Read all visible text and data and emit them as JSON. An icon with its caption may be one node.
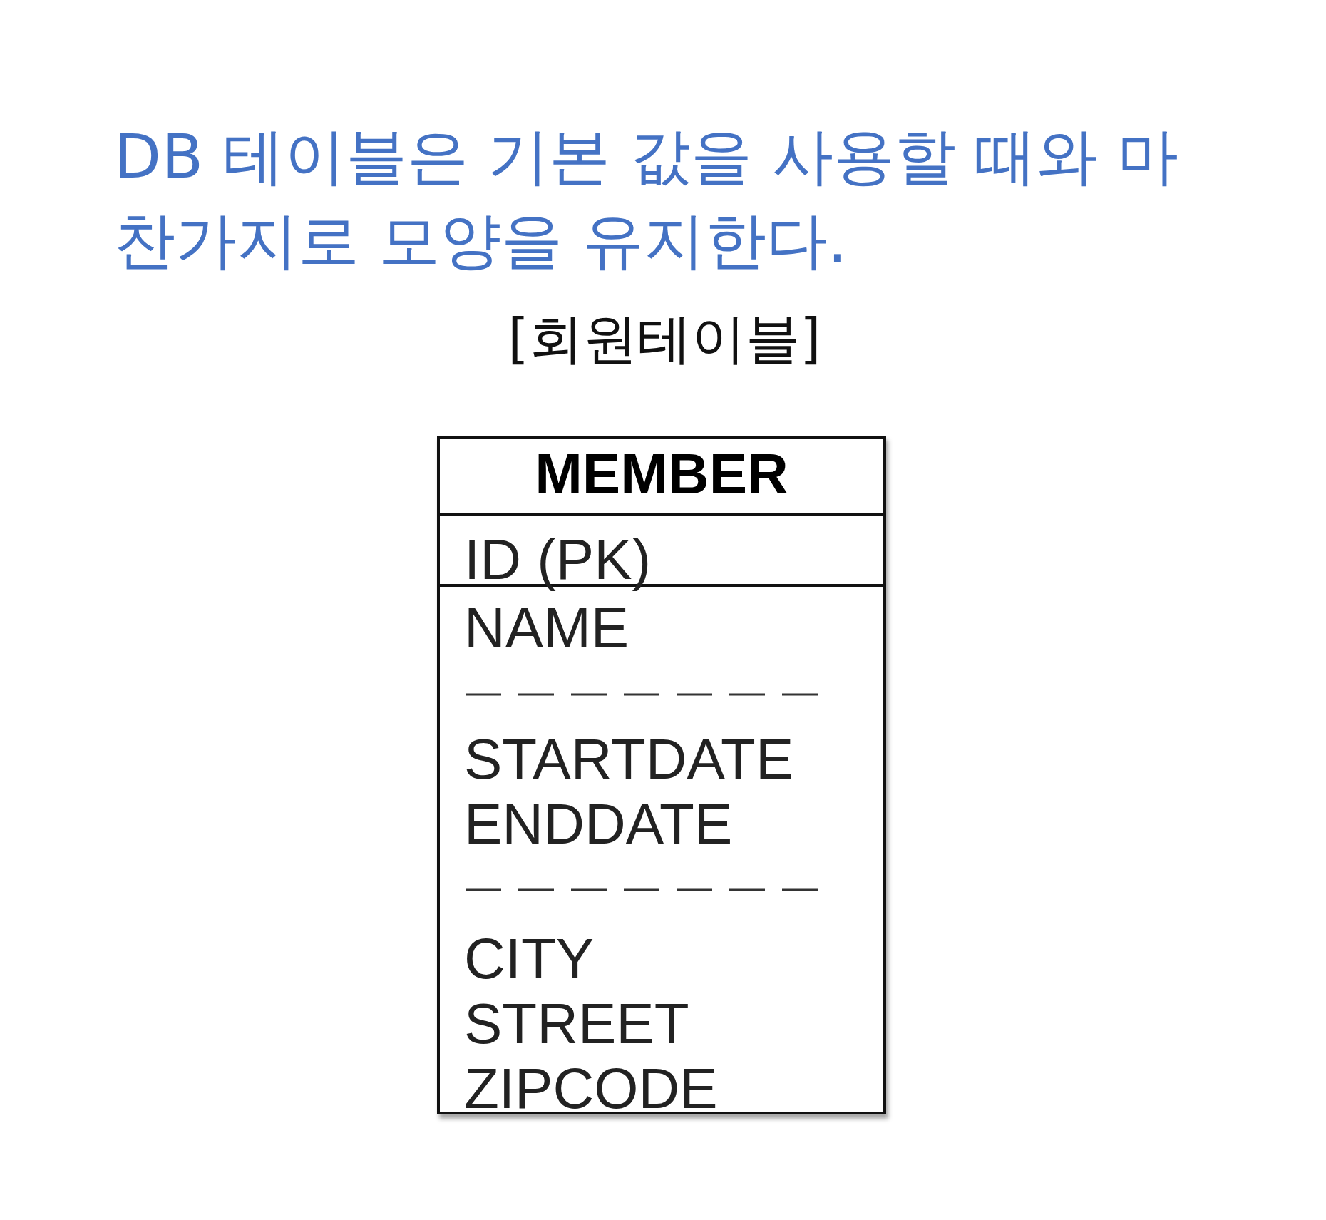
{
  "diagram": {
    "title": "DB 테이블은 기본 값을 사용할 때와 마찬가지로 모양을 유지한다.",
    "nodes": [
      {
        "text": [
          "[회원테이블]",
          "MEMBER",
          "ID (PK)",
          "NAME",
          "STARTDATE",
          "ENDDATE",
          "CITY",
          "STREET",
          "ZIPCODE"
        ]
      }
    ]
  }
}
